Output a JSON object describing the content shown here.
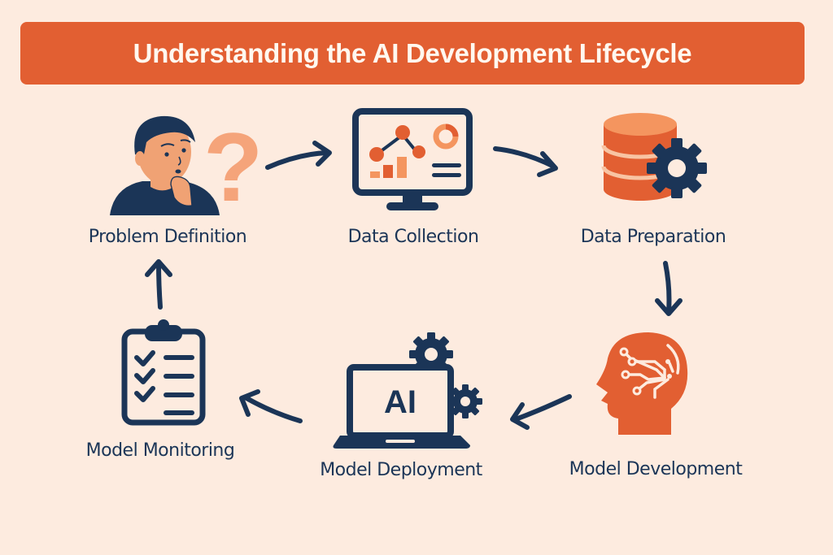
{
  "title": "Understanding the AI Development Lifecycle",
  "colors": {
    "background": "#fdebdf",
    "banner": "#e25f32",
    "navy": "#1b3557",
    "orange": "#e25f32",
    "light_orange": "#f4955f"
  },
  "stages": [
    {
      "id": "problem-definition",
      "label": "Problem Definition",
      "icon": "thinking-person-question-icon"
    },
    {
      "id": "data-collection",
      "label": "Data Collection",
      "icon": "monitor-chart-icon"
    },
    {
      "id": "data-preparation",
      "label": "Data Preparation",
      "icon": "database-gear-icon"
    },
    {
      "id": "model-development",
      "label": "Model Development",
      "icon": "head-circuit-icon"
    },
    {
      "id": "model-deployment",
      "label": "Model Deployment",
      "icon": "laptop-ai-gears-icon"
    },
    {
      "id": "model-monitoring",
      "label": "Model Monitoring",
      "icon": "clipboard-checklist-icon"
    }
  ],
  "icon_text": {
    "laptop_screen": "AI",
    "question_mark": "?"
  },
  "flow": [
    "Problem Definition -> Data Collection",
    "Data Collection -> Data Preparation",
    "Data Preparation -> Model Development",
    "Model Development -> Model Deployment",
    "Model Deployment -> Model Monitoring",
    "Model Monitoring -> Problem Definition"
  ]
}
